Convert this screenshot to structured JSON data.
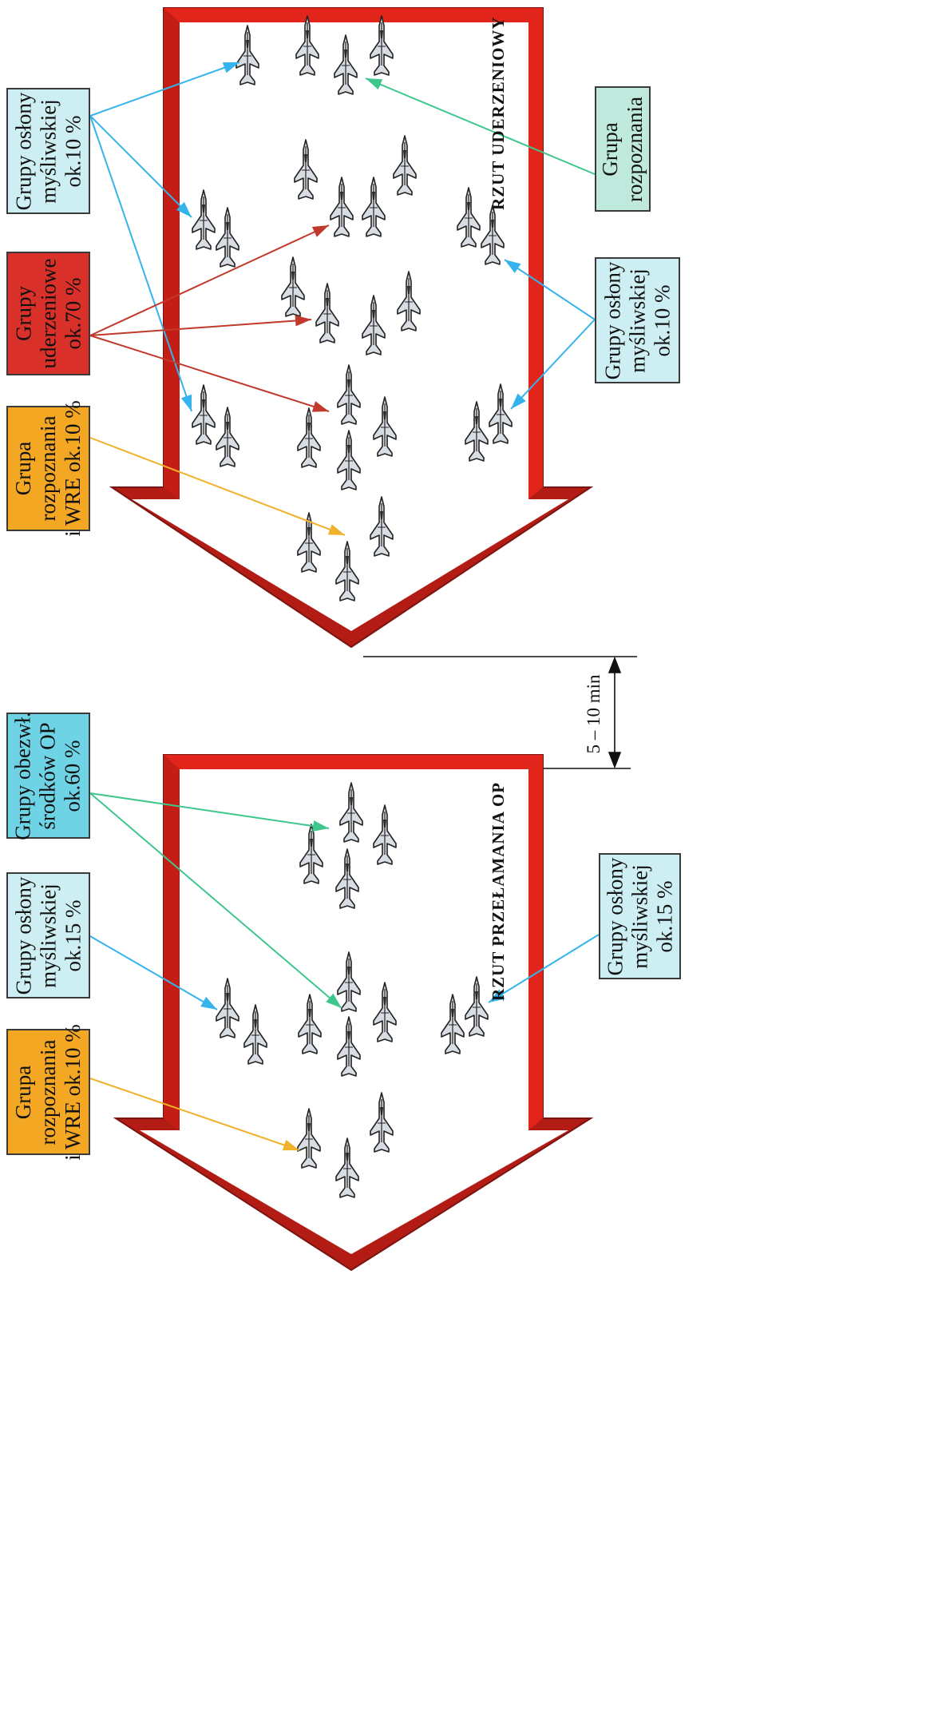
{
  "echelons": {
    "strike": {
      "title": "RZUT UDERZENIOWY"
    },
    "breakthrough": {
      "title": "RZUT PRZEŁAMANIA OP"
    }
  },
  "interval": "5 – 10 min",
  "labels": {
    "strike_fighter_cover_left": [
      "Grupy osłony",
      "myśliwskiej",
      "ok.10 %"
    ],
    "strike_attack_groups": [
      "Grupy",
      "uderzeniowe",
      "ok.70 %"
    ],
    "strike_recon_wre": [
      "Grupa",
      "rozpoznania",
      "i WRE ok.10 %"
    ],
    "strike_recon_right": [
      "Grupa",
      "rozpoznania"
    ],
    "strike_fighter_cover_right": [
      "Grupy osłony",
      "myśliwskiej",
      "ok.10 %"
    ],
    "break_suppression": [
      "Grupy obezwł.",
      "środków OP",
      "ok.60 %"
    ],
    "break_fighter_cover_left": [
      "Grupy osłony",
      "myśliwskiej",
      "ok.15 %"
    ],
    "break_recon_wre": [
      "Grupa",
      "rozpoznania",
      "i WRE ok.10 %"
    ],
    "break_fighter_cover_right": [
      "Grupy osłony",
      "myśliwskiej",
      "ok.15 %"
    ]
  },
  "colors": {
    "arrow_frame": "#e1251b",
    "arrow_shade": "#b31c14",
    "fighter_cover": "#cdeff3",
    "strike": "#d9302a",
    "recon_wre": "#f4a722",
    "recon": "#bfe9dd",
    "suppression": "#6fd3e6",
    "line_blue": "#35b3ec",
    "line_red": "#c0392b",
    "line_green": "#3ec78d",
    "line_orange": "#f0b12b"
  }
}
